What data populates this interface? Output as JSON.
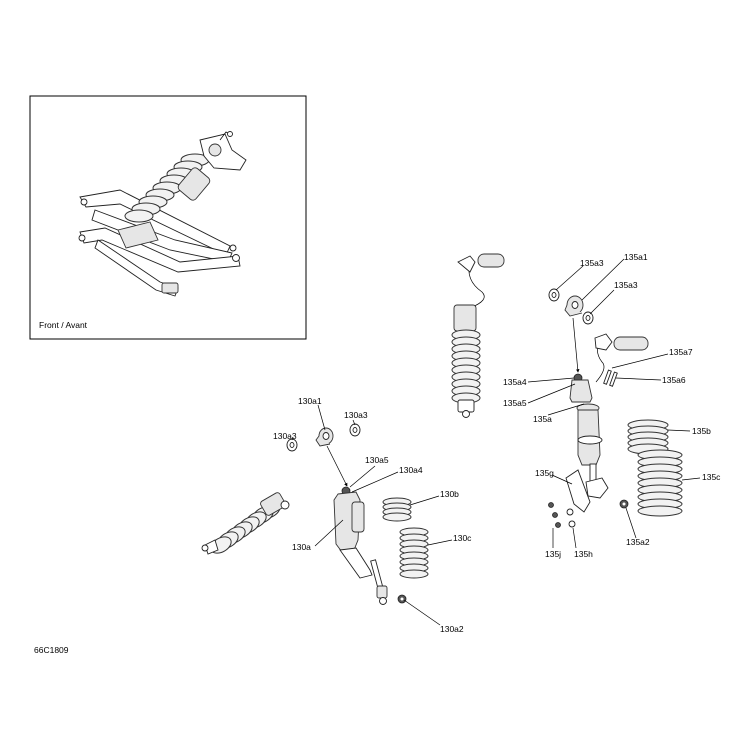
{
  "inset": {
    "caption": "Front / Avant"
  },
  "diagram_code": "66C1809",
  "callouts": {
    "c130a1": "130a1",
    "c130a3_l": "130a3",
    "c130a3_r": "130a3",
    "c130a5": "130a5",
    "c130a4": "130a4",
    "c130b": "130b",
    "c130a": "130a",
    "c130c": "130c",
    "c130a2": "130a2",
    "c135a3_top": "135a3",
    "c135a1": "135a1",
    "c135a3_mid": "135a3",
    "c135a7": "135a7",
    "c135a4": "135a4",
    "c135a6": "135a6",
    "c135a5": "135a5",
    "c135a": "135a",
    "c135b": "135b",
    "c135g": "135g",
    "c135c": "135c",
    "c135a2": "135a2",
    "c135j": "135j",
    "c135h": "135h"
  }
}
